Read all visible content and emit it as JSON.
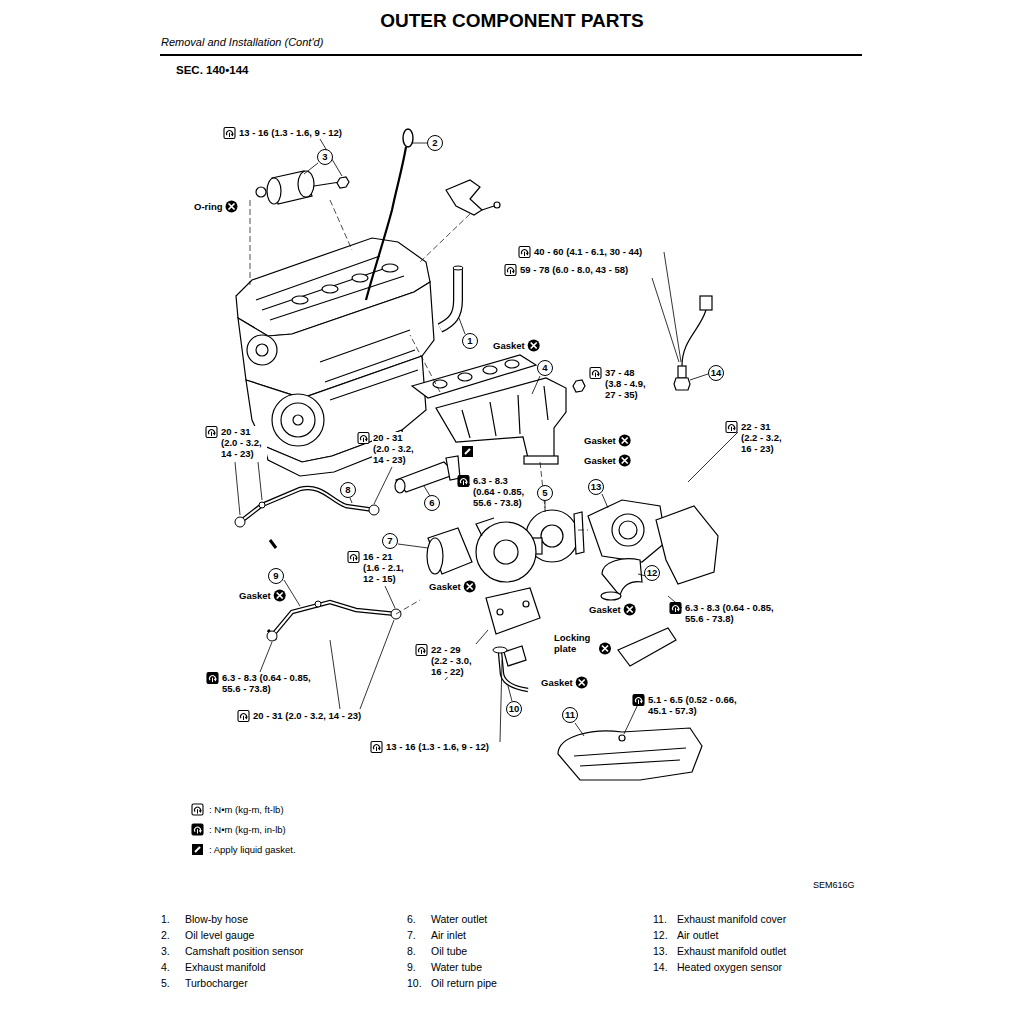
{
  "diagram": {
    "title": "OUTER COMPONENT PARTS",
    "labels": [
      "Removal and Installation (Cont'd)",
      "SEC. 140•144",
      "13 - 16 (1.3 - 1.6, 9 - 12)",
      "3",
      "2",
      "O-ring",
      "40 - 60 (4.1 - 6.1, 30 - 44)",
      "59 - 78 (6.0 - 8.0, 43 - 58)",
      "1",
      "Gasket",
      "14",
      "4",
      "37 - 48 (3.8 - 4.9, 27 - 35)",
      "20 - 31 (2.0 - 3.2, 14 - 23)",
      "20 - 31 (2.0 - 3.2, 14 - 23)",
      "Gasket",
      "Gasket",
      "22 - 31 (2.2 - 3.2, 16 - 23)",
      "6.3 - 8.3 (0.64 - 0.85, 55.6 - 73.8)",
      "8",
      "6",
      "5",
      "13",
      "7",
      "16 - 21 (1.6 - 2.1, 12 - 15)",
      "Gasket",
      "12",
      "9",
      "Gasket",
      "Gasket",
      "6.3 - 8.3 (0.64 - 0.85, 55.6 - 73.8)",
      "Locking plate",
      "22 - 29 (2.2 - 3.0, 16 - 22)",
      "Gasket",
      "6.3 - 8.3 (0.64 - 0.85, 55.6 - 73.8)",
      "10",
      "5.1 - 6.5 (0.52 - 0.66, 45.1 - 57.3)",
      "11",
      "20 - 31 (2.0 - 3.2, 14 - 23)",
      "13 - 16 (1.3 - 1.6, 9 - 12)",
      "SEM616G",
      "1.",
      "Blow-by hose",
      "2.",
      "Oil level gauge",
      "3.",
      "Camshaft position sensor",
      "4.",
      "Exhaust manifold",
      "5.",
      "Turbocharger",
      "6.",
      "Water outlet",
      "7.",
      "Air inlet",
      "8.",
      "Oil tube",
      "9.",
      "Water tube",
      "10.",
      "Oil return pipe",
      "11.",
      "Exhaust manifold cover",
      "12.",
      "Air outlet",
      "13.",
      "Exhaust manifold outlet",
      "14.",
      "Heated oxygen sensor"
    ],
    "legend": [
      {
        "text": ": N•m (kg-m, ft-lb)"
      },
      {
        "text": ": N•m (kg-m, in-lb)"
      },
      {
        "text": ": Apply liquid gasket."
      }
    ]
  }
}
